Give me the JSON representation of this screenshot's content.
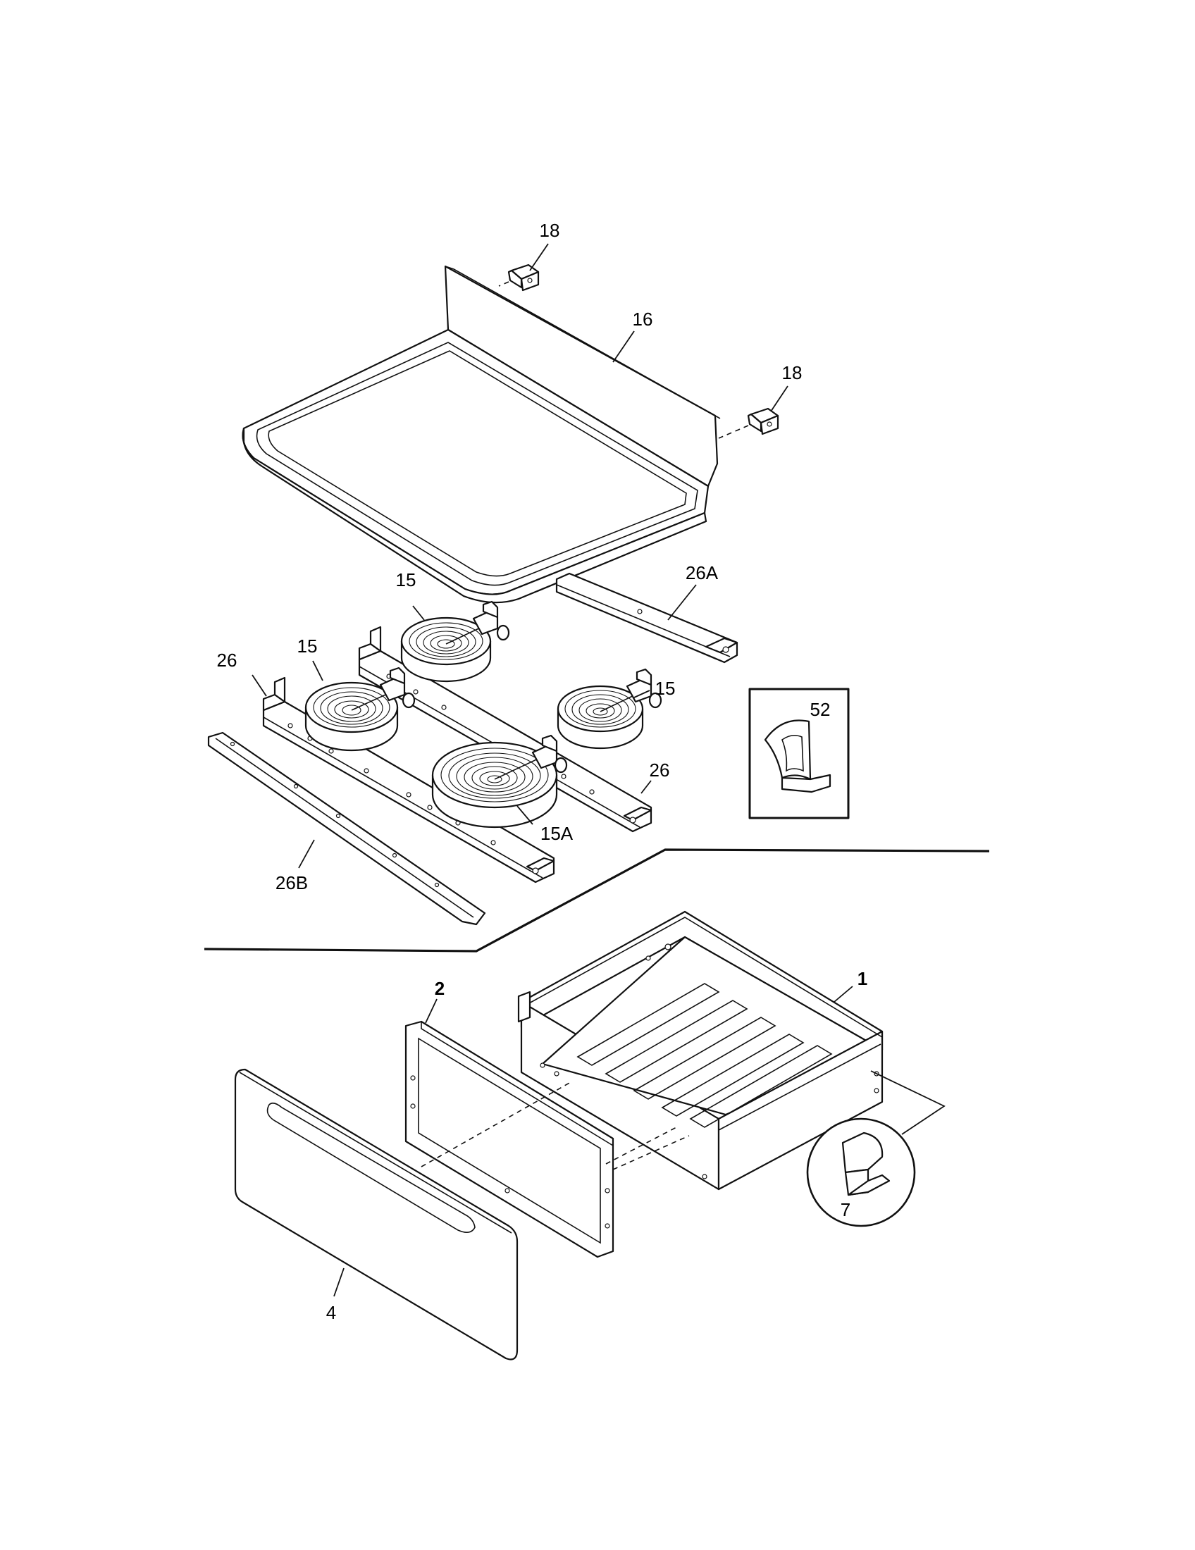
{
  "callouts": {
    "top_bracket_left": "18",
    "top_bracket_right": "18",
    "cooktop": "16",
    "rail_rear": "26A",
    "element_rear_center": "15",
    "element_left": "15",
    "element_right": "15",
    "element_large": "15A",
    "rail_left": "26",
    "rail_right": "26",
    "rail_front": "26B",
    "knob_insert": "52",
    "drawer_body": "1",
    "drawer_liner": "2",
    "drawer_front": "4",
    "drawer_roller": "7"
  }
}
